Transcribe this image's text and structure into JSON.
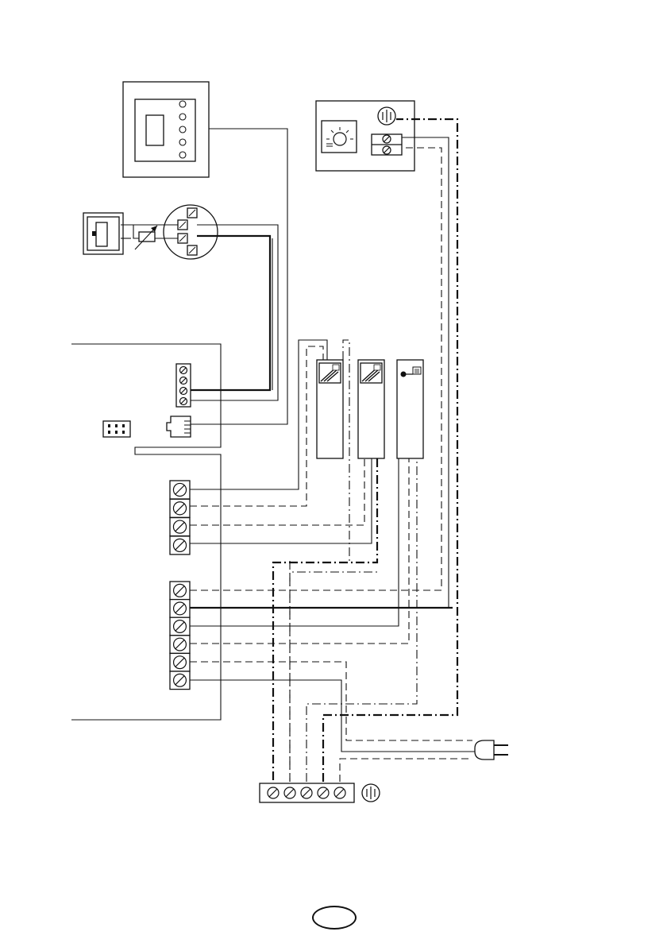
{
  "diagram": {
    "components": [
      {
        "id": "control-panel",
        "label": ""
      },
      {
        "id": "sensor",
        "label": ""
      },
      {
        "id": "lamp-box",
        "label": ""
      },
      {
        "id": "main-board",
        "label": ""
      },
      {
        "id": "contactor-1",
        "label": ""
      },
      {
        "id": "contactor-2",
        "label": ""
      },
      {
        "id": "contactor-3",
        "label": ""
      },
      {
        "id": "supply-terminal-block",
        "label": ""
      },
      {
        "id": "mains-plug",
        "label": ""
      }
    ],
    "icons": [
      "ground-icon",
      "lamp-icon",
      "heater-element-icon",
      "plug-icon",
      "screw-terminal-icon"
    ],
    "terminal_block_1_count": 4,
    "terminal_block_2_count": 6,
    "supply_terminal_count": 5
  },
  "page_number": ""
}
